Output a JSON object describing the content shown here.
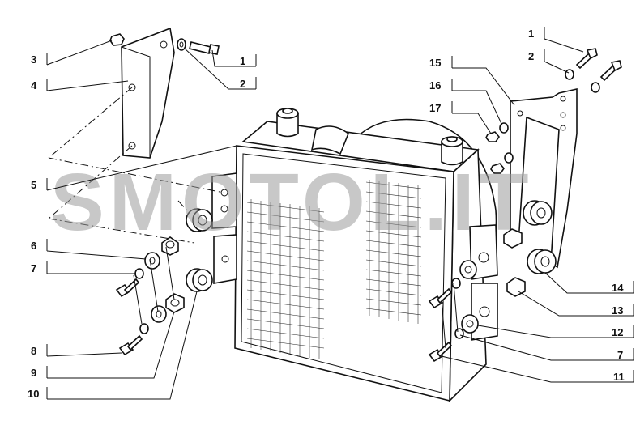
{
  "watermark": "SMOTOL.IT",
  "callouts": {
    "c1a": "1",
    "c2a": "2",
    "c3": "3",
    "c4": "4",
    "c5": "5",
    "c6": "6",
    "c7a": "7",
    "c8": "8",
    "c9": "9",
    "c10": "10",
    "c1b": "1",
    "c2b": "2",
    "c15": "15",
    "c16": "16",
    "c17": "17",
    "c14": "14",
    "c13": "13",
    "c12": "12",
    "c7b": "7",
    "c11": "11"
  }
}
